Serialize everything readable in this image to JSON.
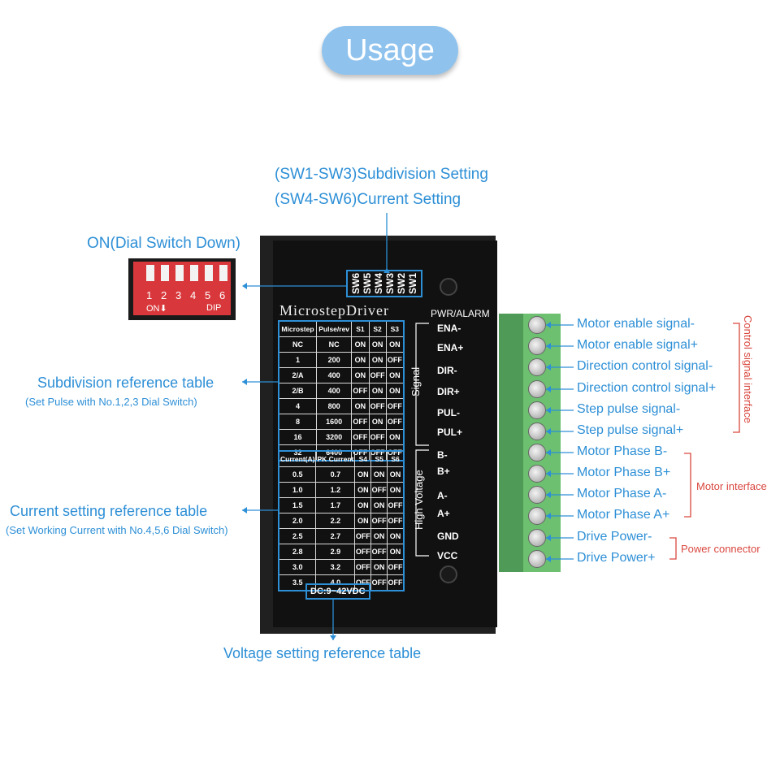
{
  "title": "Usage",
  "top_labels": [
    "(SW1-SW3)Subdivision Setting",
    "(SW4-SW6)Current Setting"
  ],
  "dip_label": "ON(Dial Switch Down)",
  "dip_numbers": [
    "1",
    "2",
    "3",
    "4",
    "5",
    "6"
  ],
  "dip_on": "ON⬇",
  "dip_text": "DIP",
  "device_name": "MicrostepDriver",
  "sw_labels": [
    "SW6",
    "SW5",
    "SW4",
    "SW3",
    "SW2",
    "SW1"
  ],
  "pwr_alarm": "PWR/ALARM",
  "signal_label": "Signal",
  "high_voltage_label": "High Voltage",
  "dc_label": "DC:9~42VDC",
  "pins": [
    "ENA-",
    "ENA+",
    "DIR-",
    "DIR+",
    "PUL-",
    "PUL+",
    "B-",
    "B+",
    "A-",
    "A+",
    "GND",
    "VCC"
  ],
  "subdivision": {
    "label": "Subdivision reference table",
    "sublabel": "(Set Pulse with No.1,2,3 Dial Switch)",
    "headers": [
      "Microstep",
      "Pulse/rev",
      "S1",
      "S2",
      "S3"
    ],
    "rows": [
      [
        "NC",
        "NC",
        "ON",
        "ON",
        "ON"
      ],
      [
        "1",
        "200",
        "ON",
        "ON",
        "OFF"
      ],
      [
        "2/A",
        "400",
        "ON",
        "OFF",
        "ON"
      ],
      [
        "2/B",
        "400",
        "OFF",
        "ON",
        "ON"
      ],
      [
        "4",
        "800",
        "ON",
        "OFF",
        "OFF"
      ],
      [
        "8",
        "1600",
        "OFF",
        "ON",
        "OFF"
      ],
      [
        "16",
        "3200",
        "OFF",
        "OFF",
        "ON"
      ],
      [
        "32",
        "6400",
        "OFF",
        "OFF",
        "OFF"
      ]
    ]
  },
  "current": {
    "label": "Current setting reference table",
    "sublabel": "(Set Working Current with No.4,5,6 Dial Switch)",
    "headers": [
      "Current(A)",
      "PK Current",
      "S4",
      "S5",
      "S6"
    ],
    "rows": [
      [
        "0.5",
        "0.7",
        "ON",
        "ON",
        "ON"
      ],
      [
        "1.0",
        "1.2",
        "ON",
        "OFF",
        "ON"
      ],
      [
        "1.5",
        "1.7",
        "ON",
        "ON",
        "OFF"
      ],
      [
        "2.0",
        "2.2",
        "ON",
        "OFF",
        "OFF"
      ],
      [
        "2.5",
        "2.7",
        "OFF",
        "ON",
        "ON"
      ],
      [
        "2.8",
        "2.9",
        "OFF",
        "OFF",
        "ON"
      ],
      [
        "3.0",
        "3.2",
        "OFF",
        "ON",
        "OFF"
      ],
      [
        "3.5",
        "4.0",
        "OFF",
        "OFF",
        "OFF"
      ]
    ]
  },
  "voltage_label": "Voltage setting reference table",
  "terminals": [
    "Motor enable signal-",
    "Motor enable signal+",
    "Direction control signal-",
    "Direction control signal+",
    "Step pulse signal-",
    "Step pulse signal+",
    "Motor Phase B-",
    "Motor Phase B+",
    "Motor Phase A-",
    "Motor Phase A+",
    "Drive Power-",
    "Drive Power+"
  ],
  "groups": {
    "control": "Control signal interface",
    "motor": "Motor interface",
    "power": "Power connector"
  },
  "colors": {
    "accent": "#2d8fd6",
    "group": "#d9473f",
    "pill": "#8fc3ee",
    "terminal": "#6cc06f"
  }
}
